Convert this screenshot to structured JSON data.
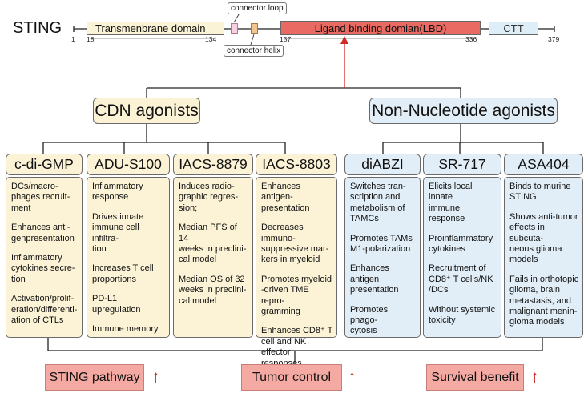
{
  "sting": {
    "label": "STING",
    "domains": {
      "transmembrane": "Transmenbrane domain",
      "connector_loop": "connector loop",
      "connector_helix": "connector helix",
      "lbd": "Ligand binding domian(LBD)",
      "ctt": "CTT"
    },
    "positions": {
      "p1": "1",
      "p18": "18",
      "p134": "134",
      "p157": "157",
      "p336": "336",
      "p379": "379"
    }
  },
  "groups": {
    "cdn": "CDN agonists",
    "non_nucleotide": "Non-Nucleotide agonists"
  },
  "agents": [
    {
      "name": "c-di-GMP",
      "items": [
        "DCs/macro-\nphages recruit-\nment",
        "Enhances anti-\ngenpresentation",
        "Inflammatory\ncytokines secre-\ntion",
        "Activation/prolif-\neration/differenti-\nation of CTLs"
      ]
    },
    {
      "name": "ADU-S100",
      "items": [
        "Inflammatory\nresponse",
        "Drives innate\nimmune cell infiltra-\ntion",
        "Increases T cell\nproportions",
        "PD-L1 upregulation",
        "Immune memory"
      ]
    },
    {
      "name": "IACS-8879",
      "items": [
        "Induces radio-\ngraphic regres-\nsion;",
        "Median PFS of 14\nweeks in preclini-\ncal model",
        "Median OS of 32\nweeks in preclini-\ncal model"
      ]
    },
    {
      "name": "IACS-8803",
      "items": [
        "Enhances antigen-\npresentation",
        "Decreases immuno-\nsuppressive mar-\nkers in myeloid",
        "Promotes myeloid\n-driven TME repro-\ngramming",
        "Enhances CD8⁺ T\ncell and NK effector\nresponses"
      ]
    },
    {
      "name": "diABZI",
      "items": [
        "Switches tran-\nscription and\nmetabolism of\nTAMCs",
        "Promotes TAMs\nM1-polarization",
        "Enhances antigen\npresentation",
        "Promotes phago-\ncytosis"
      ]
    },
    {
      "name": "SR-717",
      "items": [
        "Elicits local innate\nimmune response",
        "Proinflammatory\ncytokines",
        "Recruitment of\nCD8⁺ T cells/NK\n/DCs",
        "Without systemic\ntoxicity"
      ]
    },
    {
      "name": "ASA404",
      "items": [
        "Binds to murine\nSTING",
        "Shows anti-tumor\neffects in subcuta-\nneous glioma\nmodels",
        "Fails in orthotopic\nglioma, brain\nmetastasis, and\nmalignant menin-\ngioma models"
      ]
    }
  ],
  "outcomes": {
    "o1": "STING pathway",
    "o2": "Tumor control",
    "o3": "Survival benefit",
    "arrow": "↑"
  },
  "colors": {
    "cdn_fill": "#fcf3d6",
    "non_nucleotide_fill": "#e1eef7",
    "lbd_fill": "#e86a63",
    "outcome_fill": "#f4aaa2",
    "arrow_red": "#c8302a"
  }
}
